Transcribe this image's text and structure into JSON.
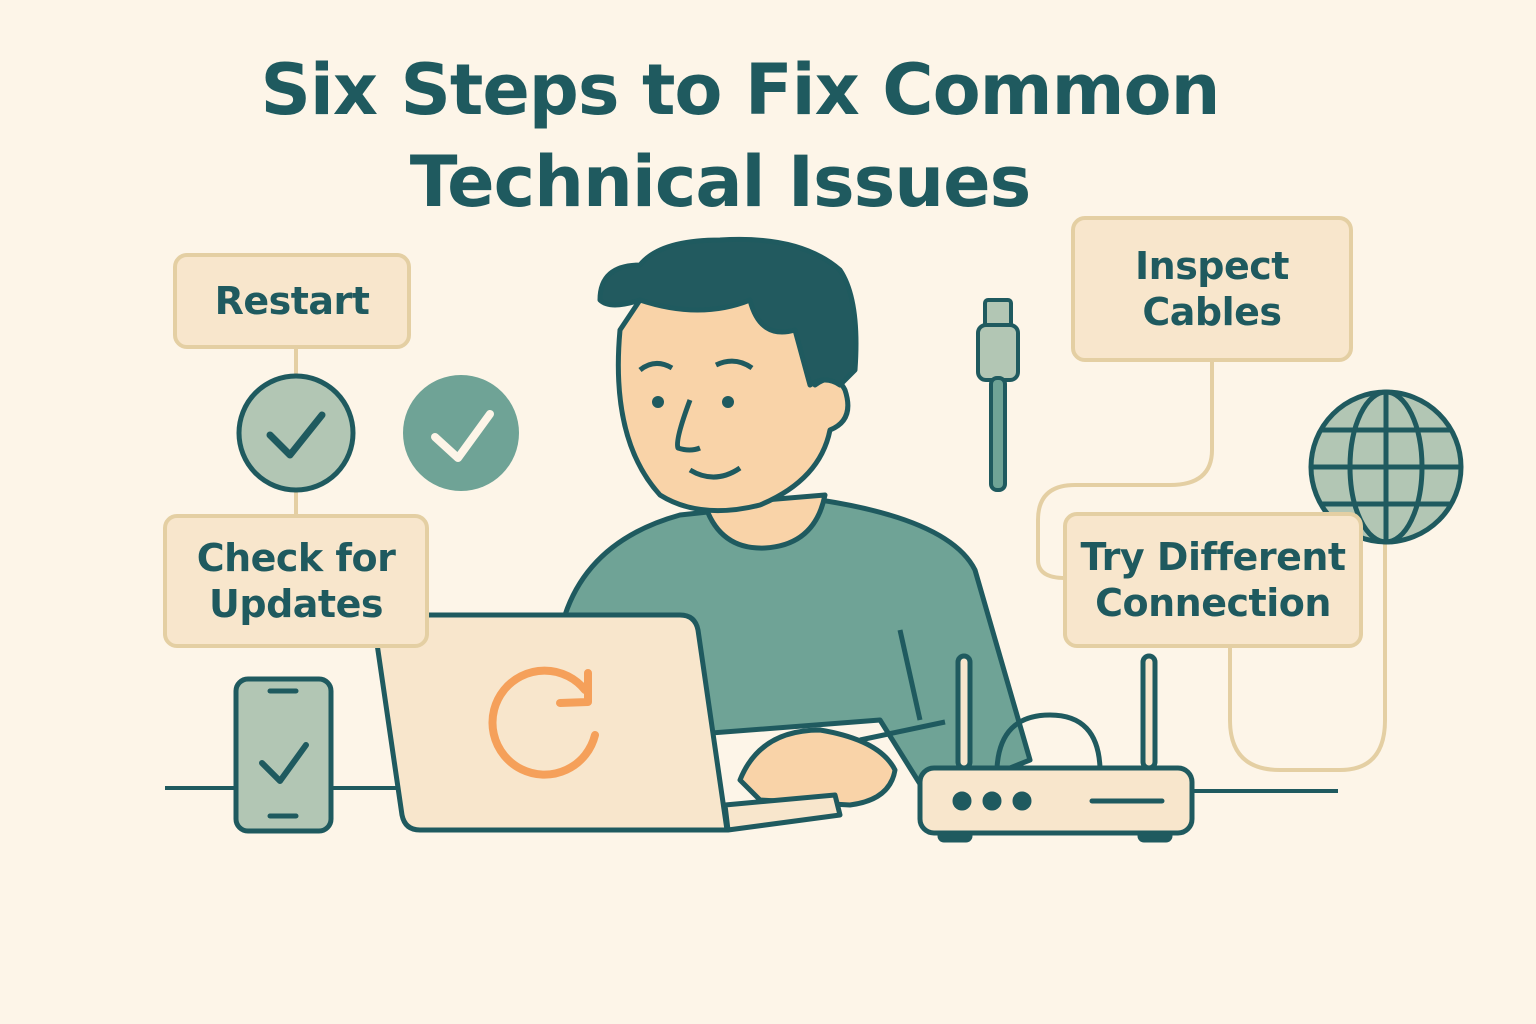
{
  "title": {
    "line1": "Six Steps to Fix Common",
    "line2": "Technical Issues"
  },
  "steps": [
    {
      "label": "Restart"
    },
    {
      "label_line1": "Check for",
      "label_line2": "Updates"
    },
    {
      "label_line1": "Inspect",
      "label_line2": "Cables"
    },
    {
      "label_line1": "Try Different",
      "label_line2": "Connection"
    }
  ],
  "icons": [
    "check-circle-icon",
    "check-circle-filled-icon",
    "phone-check-icon",
    "ethernet-cable-icon",
    "globe-icon",
    "refresh-icon",
    "router-icon",
    "laptop-icon",
    "person-illustration"
  ],
  "colors": {
    "background": "#fdf5e8",
    "box_fill": "#f8e6cc",
    "box_border": "#e4cfa3",
    "dark_teal": "#1f5a5f",
    "green": "#6fa396",
    "light_green": "#b2c6b4",
    "orange": "#f5a05a",
    "skin": "#f9d3a8"
  }
}
